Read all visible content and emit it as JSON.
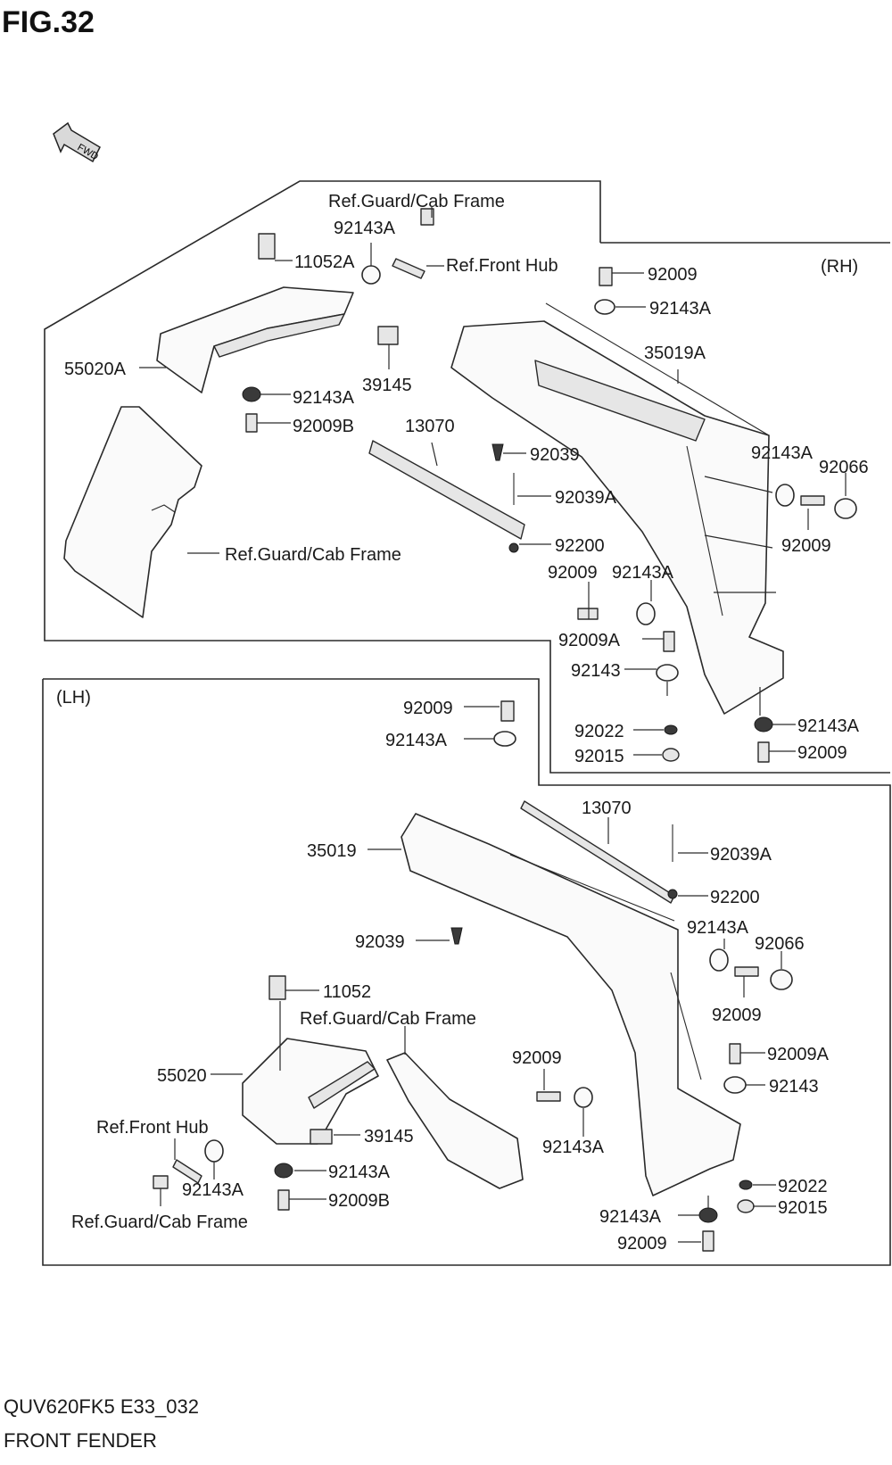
{
  "figure": {
    "title": "FIG.32",
    "fwd_label": "FWD",
    "footer_code": "QUV620FK5 E33_032",
    "footer_name": "FRONT FENDER"
  },
  "rh": {
    "side_label": "(RH)",
    "labels": {
      "ref_guard_top": "Ref.Guard/Cab Frame",
      "p92143A_top": "92143A",
      "p11052A": "11052A",
      "ref_front_hub": "Ref.Front Hub",
      "p92009_top": "92009",
      "p92143A_r1": "92143A",
      "p55020A": "55020A",
      "p35019A": "35019A",
      "p39145": "39145",
      "p92143A_left": "92143A",
      "p92009B": "92009B",
      "p13070": "13070",
      "p92039": "92039",
      "p92143A_r2": "92143A",
      "p92066": "92066",
      "p92039A": "92039A",
      "p92009_r2": "92009",
      "p92200": "92200",
      "ref_guard_mid": "Ref.Guard/Cab Frame",
      "p92009_mid": "92009",
      "p92143A_mid": "92143A",
      "p92009A": "92009A",
      "p92143": "92143",
      "p92143A_bot": "92143A",
      "p92022": "92022",
      "p92015": "92015",
      "p92009_bot": "92009"
    }
  },
  "lh": {
    "side_label": "(LH)",
    "labels": {
      "p92009_top": "92009",
      "p92143A_top": "92143A",
      "p13070": "13070",
      "p35019": "35019",
      "p92039A": "92039A",
      "p92200": "92200",
      "p92143A_r1": "92143A",
      "p92066": "92066",
      "p92039": "92039",
      "p11052": "11052",
      "p92009_r1": "92009",
      "ref_guard_mid": "Ref.Guard/Cab Frame",
      "p92009A": "92009A",
      "p92009_mid": "92009",
      "p55020": "55020",
      "p92143": "92143",
      "ref_front_hub": "Ref.Front Hub",
      "p39145": "39145",
      "p92143A_mid": "92143A",
      "p92143A_b1": "92143A",
      "p92143A_b2": "92143A",
      "p92022": "92022",
      "p92009B": "92009B",
      "p92015": "92015",
      "ref_guard_bot": "Ref.Guard/Cab Frame",
      "p92143A_bot": "92143A",
      "p92009_bot": "92009"
    }
  }
}
